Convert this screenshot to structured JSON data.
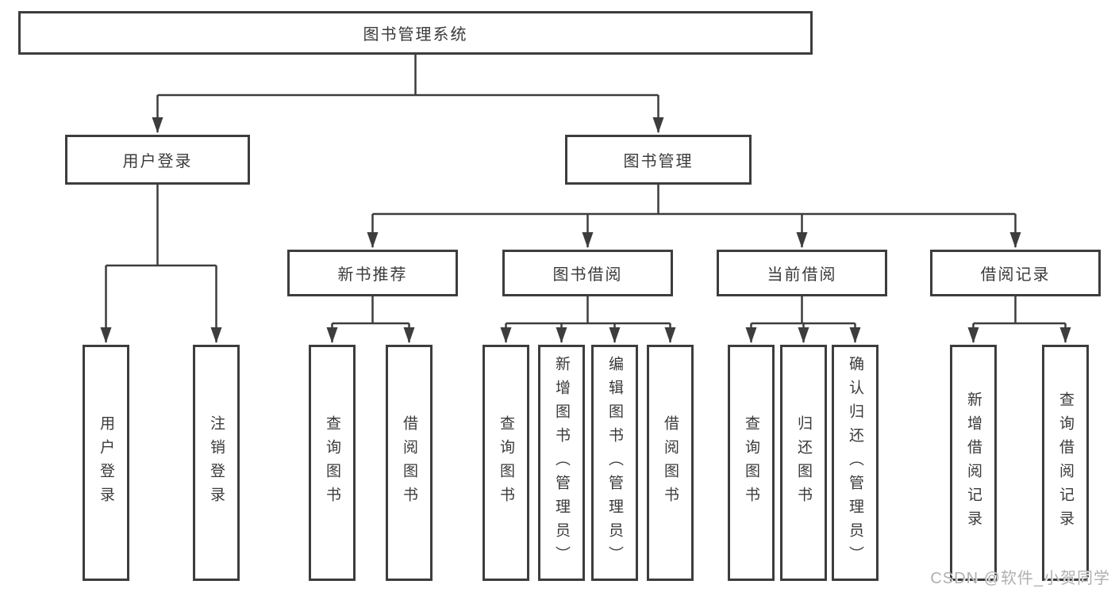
{
  "diagram": {
    "root": {
      "label": "图书管理系统"
    },
    "level2": [
      {
        "label": "用户登录"
      },
      {
        "label": "图书管理"
      }
    ],
    "level3": [
      {
        "label": "新书推荐"
      },
      {
        "label": "图书借阅"
      },
      {
        "label": "当前借阅"
      },
      {
        "label": "借阅记录"
      }
    ],
    "leaves": [
      {
        "label": "用户登录"
      },
      {
        "label": "注销登录"
      },
      {
        "label": "查询图书"
      },
      {
        "label": "借阅图书"
      },
      {
        "label": "查询图书"
      },
      {
        "label": "新增图书（管理员）"
      },
      {
        "label": "编辑图书（管理员）"
      },
      {
        "label": "借阅图书"
      },
      {
        "label": "查询图书"
      },
      {
        "label": "归还图书"
      },
      {
        "label": "确认归还（管理员）"
      },
      {
        "label": "新增借阅记录"
      },
      {
        "label": "查询借阅记录"
      }
    ],
    "colors": {
      "line": "#3d3d3d",
      "text": "#3a3a3a",
      "box_background": "#ffffff",
      "watermark": "#b0b0b0"
    }
  },
  "watermark": {
    "text": "CSDN @软件_小贺同学"
  }
}
